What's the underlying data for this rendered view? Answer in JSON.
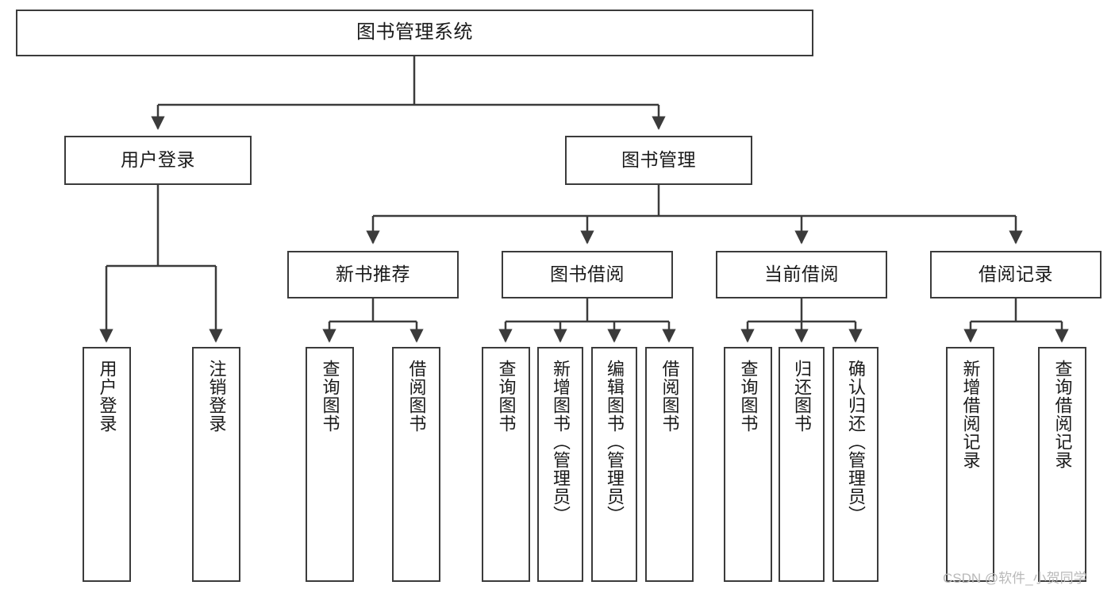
{
  "diagram": {
    "type": "tree-hierarchy",
    "title": "图书管理系统",
    "orientation": "top-down",
    "watermark": "CSDN @软件_小贺同学",
    "colors": {
      "box_border": "#3b3b3b",
      "box_fill": "#ffffff",
      "edge": "#3b3b3b",
      "text": "#1a1a1a",
      "watermark": "#b9b9b9",
      "background": "#ffffff"
    },
    "levels": {
      "level1": [
        "图书管理系统"
      ],
      "level2": [
        "用户登录",
        "图书管理"
      ],
      "level3": [
        "新书推荐",
        "图书借阅",
        "当前借阅",
        "借阅记录"
      ],
      "level4": [
        "用户登录",
        "注销登录",
        "查询图书",
        "借阅图书",
        "查询图书",
        "新增图书（管理员）",
        "编辑图书（管理员）",
        "借阅图书",
        "查询图书",
        "归还图书",
        "确认归还（管理员）",
        "新增借阅记录",
        "查询借阅记录"
      ]
    },
    "nodes": {
      "root": {
        "label": "图书管理系统"
      },
      "user_login": {
        "label": "用户登录"
      },
      "book_manage": {
        "label": "图书管理"
      },
      "new_book_rec": {
        "label": "新书推荐"
      },
      "book_borrow": {
        "label": "图书借阅"
      },
      "current_borrow": {
        "label": "当前借阅"
      },
      "borrow_record": {
        "label": "借阅记录"
      },
      "leaf_user_login": {
        "label": "用户登录"
      },
      "leaf_logout": {
        "label": "注销登录"
      },
      "leaf_query_book_1": {
        "label": "查询图书"
      },
      "leaf_borrow_book_1": {
        "label": "借阅图书"
      },
      "leaf_query_book_2": {
        "label": "查询图书"
      },
      "leaf_add_book": {
        "label": "新增图书（管理员）"
      },
      "leaf_edit_book": {
        "label": "编辑图书（管理员）"
      },
      "leaf_borrow_book_2": {
        "label": "借阅图书"
      },
      "leaf_query_book_3": {
        "label": "查询图书"
      },
      "leaf_return_book": {
        "label": "归还图书"
      },
      "leaf_confirm_return": {
        "label": "确认归还（管理员）"
      },
      "leaf_add_record": {
        "label": "新增借阅记录"
      },
      "leaf_query_record": {
        "label": "查询借阅记录"
      }
    }
  }
}
